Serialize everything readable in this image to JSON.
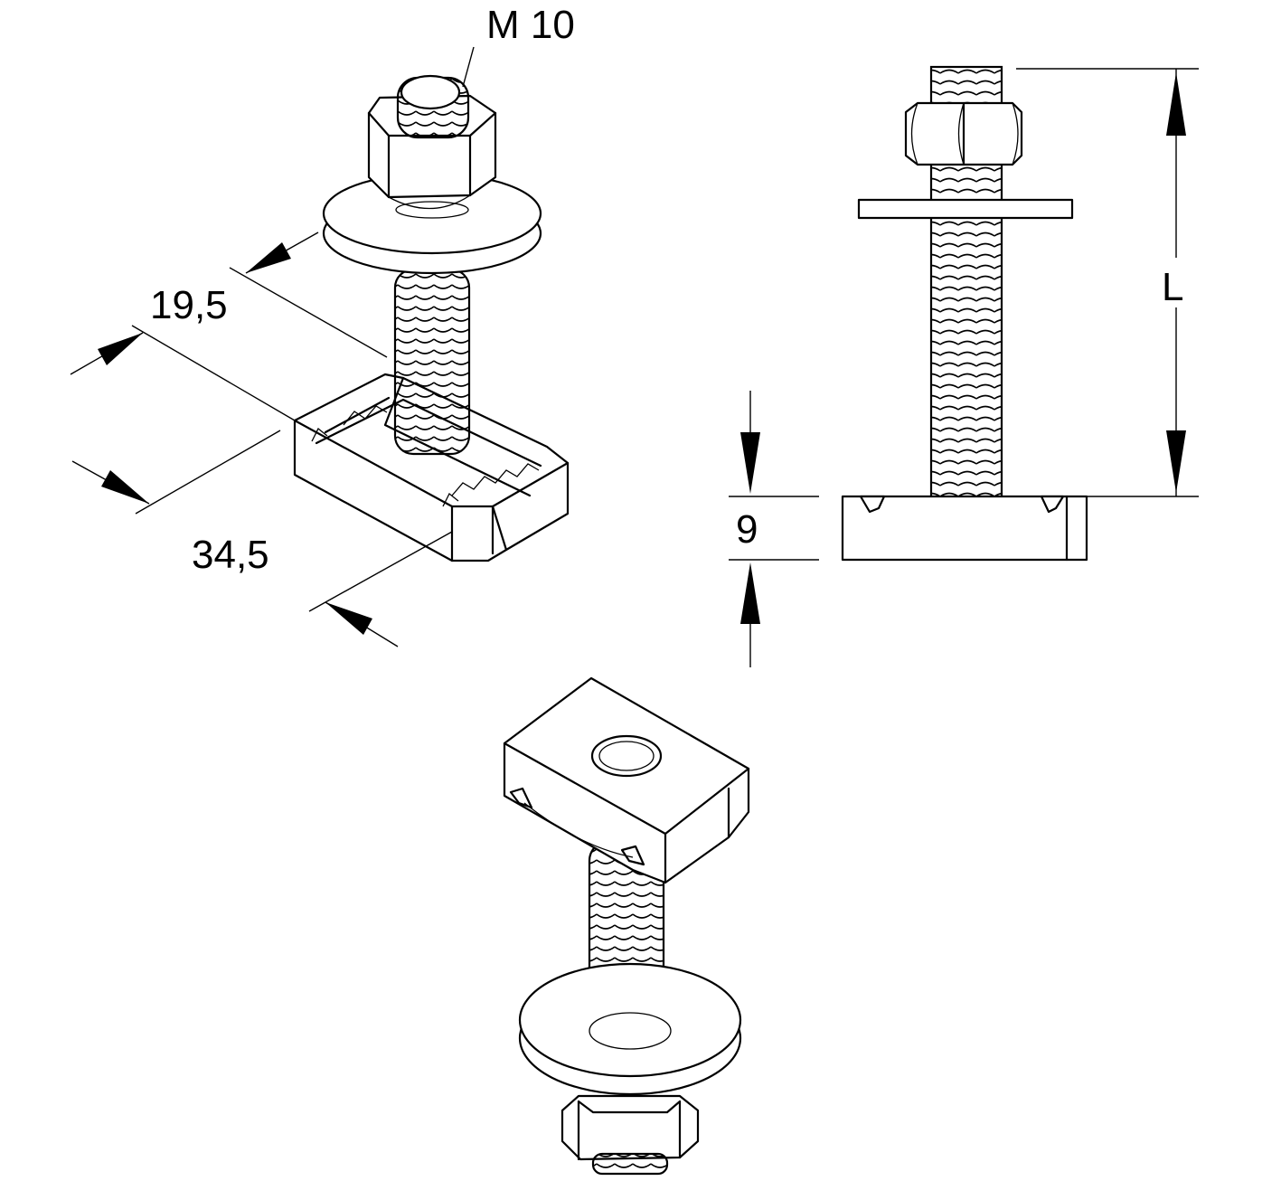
{
  "labels": {
    "thread": "M 10",
    "width": "19,5",
    "length": "34,5",
    "height": "9",
    "bolt_length": "L"
  },
  "colors": {
    "line": "#000000",
    "background": "#ffffff"
  }
}
